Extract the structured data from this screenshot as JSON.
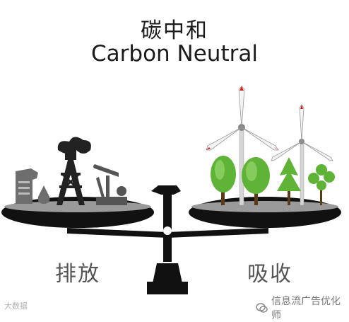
{
  "title": {
    "cn": "碳中和",
    "en": "Carbon Neutral"
  },
  "labels": {
    "left": "排放",
    "right": "吸收"
  },
  "watermark": {
    "left": "大数据",
    "right": "信息流广告优化师"
  },
  "colors": {
    "scale": "#111111",
    "emission": "#555555",
    "tree": "#5fb337",
    "turbine": "#ffffff",
    "blade_tip": "#cc2222"
  }
}
